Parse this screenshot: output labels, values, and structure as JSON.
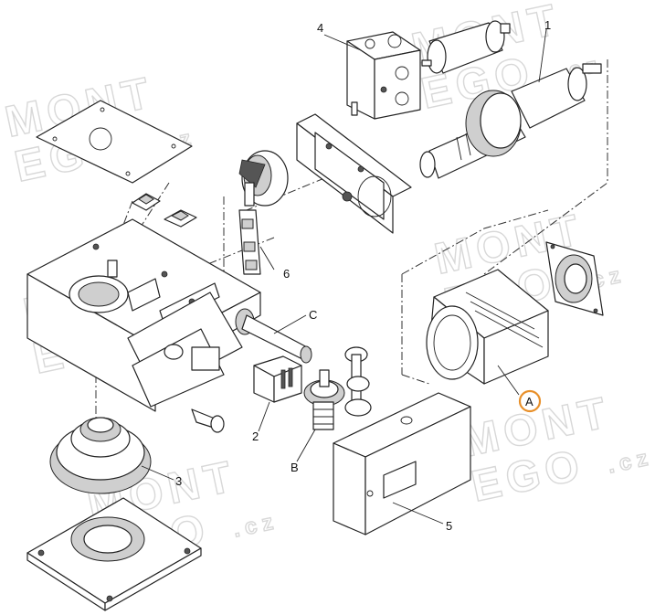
{
  "labels": {
    "part_1": "1",
    "part_2": "2",
    "part_3": "3",
    "part_4": "4",
    "part_5": "5",
    "part_6": "6",
    "part_a": "A",
    "part_b": "B",
    "part_c": "C"
  },
  "watermark": {
    "line1": "MONT",
    "line2": "EGO",
    "suffix": ".cz"
  },
  "colors": {
    "highlight": "#e8902a",
    "ink": "#222222",
    "watermark": "#d8d8d8"
  }
}
